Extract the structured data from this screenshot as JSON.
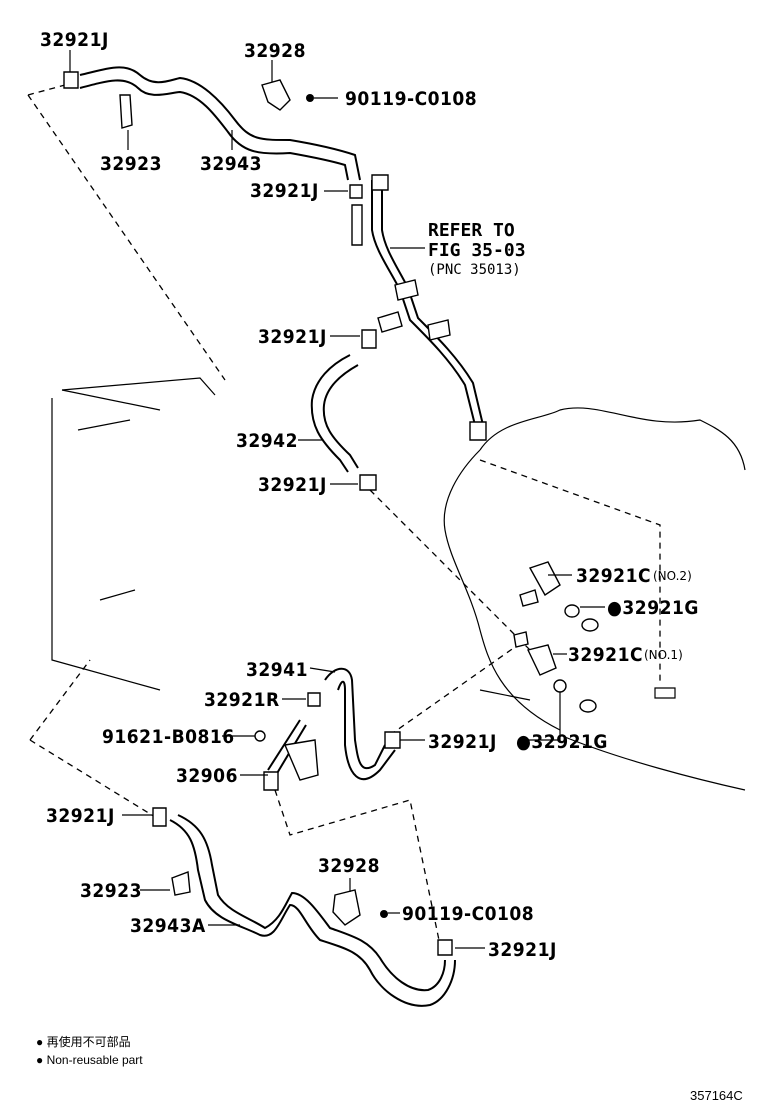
{
  "labels": {
    "c_32921J_1": "32921J",
    "c_32928_1": "32928",
    "c_90119_1": "90119-C0108",
    "c_32923_1": "32923",
    "c_32943": "32943",
    "c_32921J_2": "32921J",
    "refer_line1": "REFER TO",
    "refer_line2": "FIG 35-03",
    "refer_line3": "(PNC 35013)",
    "c_32921J_3": "32921J",
    "c_32942": "32942",
    "c_32921J_4": "32921J",
    "c_32921C_no2": "32921C",
    "c_32921C_no2_suffix": "(NO.2)",
    "c_32921G_1": "●32921G",
    "c_32921C_no1": "32921C",
    "c_32921C_no1_suffix": "(NO.1)",
    "c_32941": "32941",
    "c_32921R": "32921R",
    "c_91621": "91621-B0816",
    "c_32921J_5": "32921J",
    "c_32921G_2": "●32921G",
    "c_32906": "32906",
    "c_32921J_6": "32921J",
    "c_32923_2": "32923",
    "c_32943A": "32943A",
    "c_32928_2": "32928",
    "c_90119_2": "90119-C0108",
    "c_32921J_7": "32921J"
  },
  "legend": {
    "line1": "● 再使用不可部品",
    "line2": "● Non-reusable part"
  },
  "figure_code": "357164C"
}
